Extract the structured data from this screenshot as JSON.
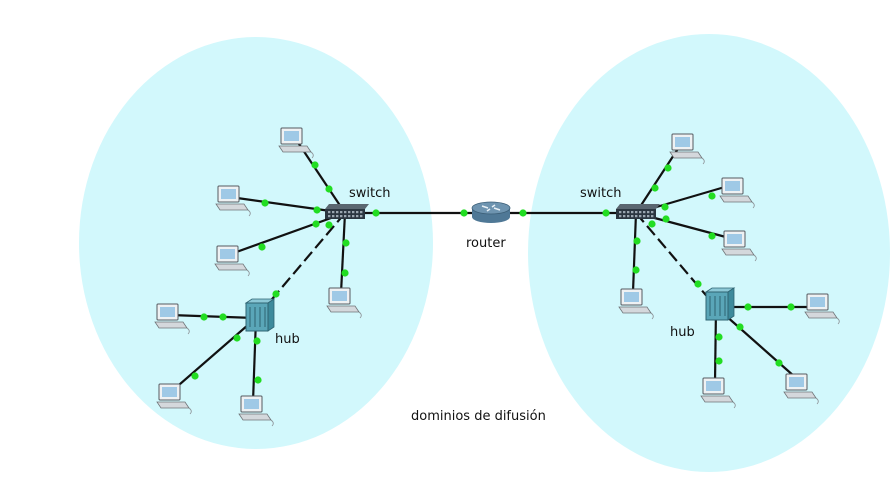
{
  "labels": {
    "switch_left": "switch",
    "switch_right": "switch",
    "router": "router",
    "hub_left": "hub",
    "hub_right": "hub",
    "caption": "dominios de difusión"
  },
  "colors": {
    "domain_fill": "#d2f8fc",
    "link": "#111111",
    "link_dot": "#22dd22",
    "switch_body": "#2b3640",
    "hub_body": "#5aa6b8",
    "router_body": "#6e94b0",
    "pc_screen": "#9fc9e6"
  },
  "icons": {
    "pc": "desktop-computer-icon",
    "switch": "network-switch-icon",
    "hub": "network-hub-icon",
    "router": "router-icon"
  }
}
